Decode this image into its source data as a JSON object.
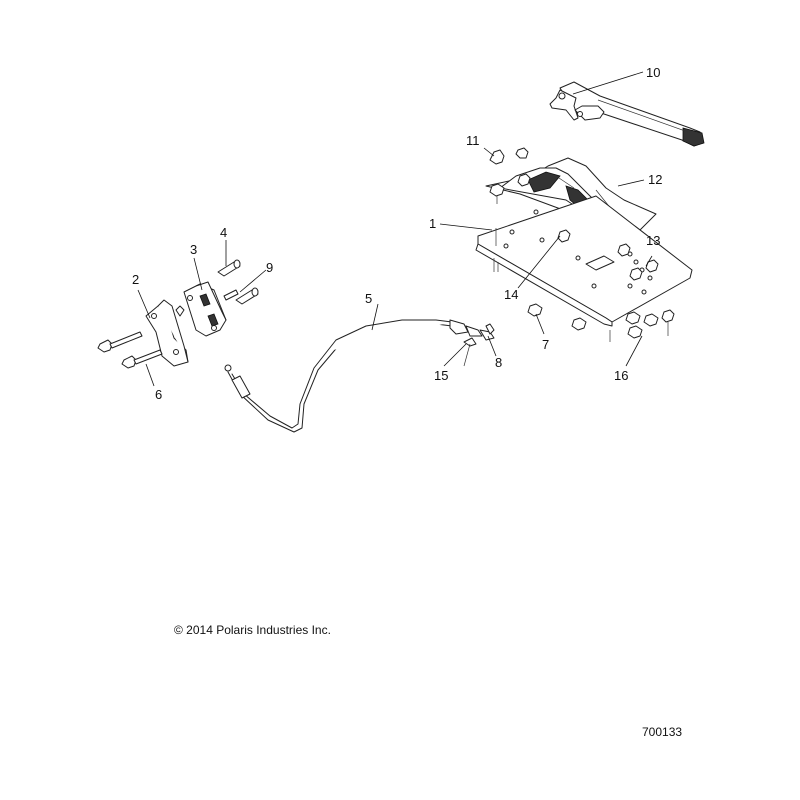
{
  "copyright": "© 2014 Polaris Industries Inc.",
  "diagram_id": "700133",
  "callouts": [
    "1",
    "2",
    "3",
    "4",
    "5",
    "6",
    "7",
    "8",
    "9",
    "10",
    "11",
    "12",
    "13",
    "14",
    "15",
    "16"
  ]
}
